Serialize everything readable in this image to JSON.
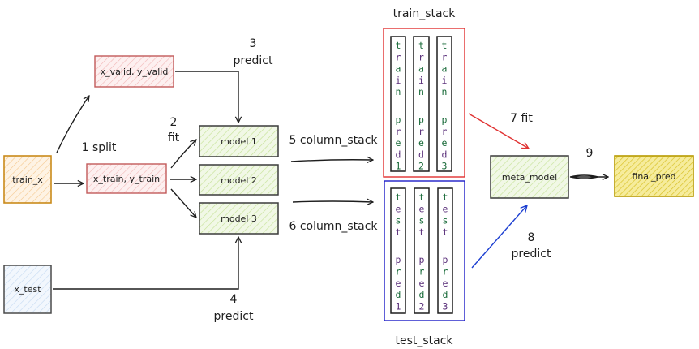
{
  "colors": {
    "stroke": "#1e1e1e",
    "train_x_stroke": "#c98a1a",
    "train_x_fill": "#fde7c9",
    "split_stroke": "#c25a5a",
    "split_fill": "#fbd9d9",
    "model_stroke": "#3b3b3b",
    "model_fill": "#dcefc0",
    "test_stroke": "#4a4a4a",
    "test_fill": "#d6e6f8",
    "final_stroke": "#b79a00",
    "final_fill": "#f0e06a",
    "train_stack_stroke": "#e03131",
    "test_stack_stroke": "#1c1cc8",
    "fit_arrow": "#e03131",
    "predict_arrow": "#1c3fd1",
    "char_letter": "#1a6b3a",
    "char_letter_alt": "#5a2f7a"
  },
  "nodes": {
    "train_x": "train_x",
    "x_valid": "x_valid, y_valid",
    "x_train": "x_train, y_train",
    "model1": "model 1",
    "model2": "model 2",
    "model3": "model 3",
    "x_test": "x_test",
    "meta_model": "meta_model",
    "final_pred": "final_pred"
  },
  "steps": {
    "split": "1 split",
    "fit_num": "2",
    "fit_word": "fit",
    "valid_predict_num": "3",
    "valid_predict_word": "predict",
    "test_predict_num": "4",
    "test_predict_word": "predict",
    "column_stack_5": "5 column_stack",
    "column_stack_6": "6 column_stack",
    "meta_fit": "7 fit",
    "meta_predict_num": "8",
    "meta_predict_word": "predict",
    "final_num": "9"
  },
  "stacks": {
    "train_title": "train_stack",
    "test_title": "test_stack",
    "train_columns": [
      "train pred1",
      "train pred2",
      "train pred3"
    ],
    "test_columns": [
      "test pred1",
      "test pred2",
      "test pred3"
    ]
  }
}
